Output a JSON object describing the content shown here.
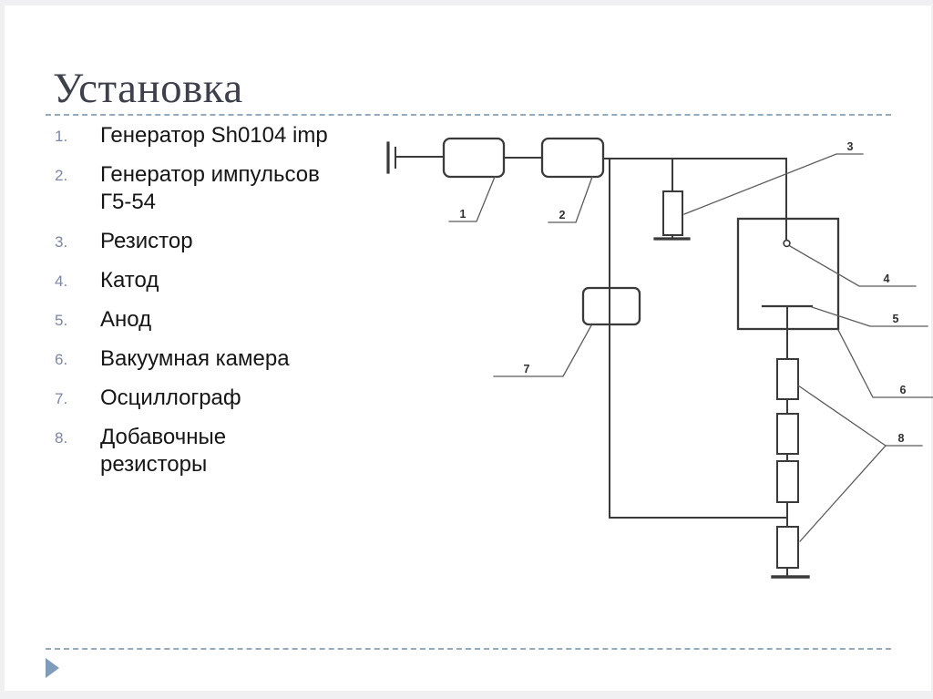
{
  "slide": {
    "title": "Установка",
    "list": [
      {
        "num": "1.",
        "text": "Генератор Sh0104 imp"
      },
      {
        "num": "2.",
        "text": "Генератор импульсов\nГ5-54"
      },
      {
        "num": "3.",
        "text": "Резистор"
      },
      {
        "num": "4.",
        "text": "Катод"
      },
      {
        "num": "5.",
        "text": "Анод"
      },
      {
        "num": "6.",
        "text": "Вакуумная камера"
      },
      {
        "num": "7.",
        "text": "Осциллограф"
      },
      {
        "num": "8.",
        "text": "Добавочные\nрезисторы"
      }
    ]
  },
  "diagram": {
    "callouts": {
      "generator_sh0104": "1",
      "pulse_generator_g5_54": "2",
      "resistor": "3",
      "cathode": "4",
      "anode": "5",
      "vacuum_chamber": "6",
      "oscilloscope": "7",
      "additional_resistors": "8"
    }
  },
  "colors": {
    "title_text": "#3e414c",
    "list_number": "#7c86a6",
    "body_text": "#161616",
    "dashed_divider": "#94aabf",
    "nav_arrow": "#7f9cba",
    "wire": "#3a3a3a",
    "leader_line": "#5a5a5a"
  }
}
